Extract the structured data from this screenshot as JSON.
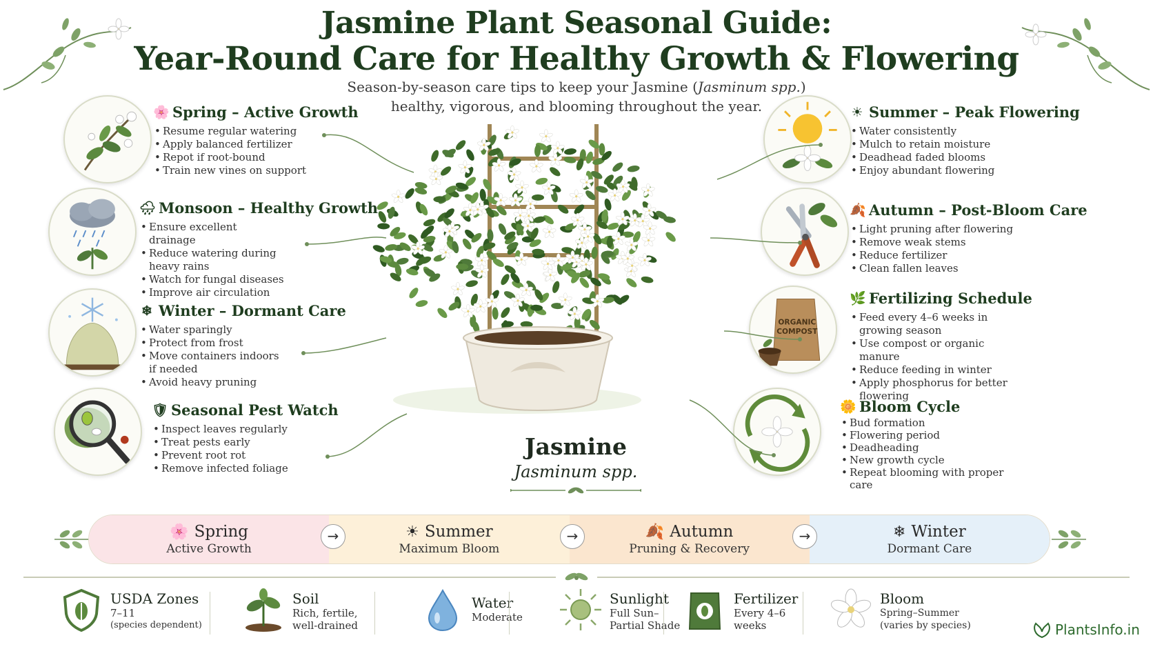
{
  "title": {
    "line1": "Jasmine Plant Seasonal Guide:",
    "line2": "Year-Round Care for Healthy Growth & Flowering"
  },
  "subtitle": {
    "line1_pre": "Season-by-season care tips to keep your Jasmine (",
    "line1_em": "Jasminum spp.",
    "line1_post": ")",
    "line2": "healthy, vigorous, and blooming throughout the year."
  },
  "left_sections": [
    {
      "icon": "cherry-blossom-icon",
      "glyph": "🌸",
      "title": "Spring – Active Growth",
      "items": [
        "Resume regular watering",
        "Apply balanced fertilizer",
        "Repot if root-bound",
        "Train new vines on support"
      ]
    },
    {
      "icon": "rain-cloud-icon",
      "glyph": "🌧",
      "title": "Monsoon – Healthy Growth",
      "items": [
        "Ensure excellent drainage",
        "Reduce watering during heavy rains",
        "Watch for fungal diseases",
        "Improve air circulation"
      ]
    },
    {
      "icon": "snowflake-icon",
      "glyph": "❄",
      "title": "Winter – Dormant Care",
      "items": [
        "Water sparingly",
        "Protect from frost",
        "Move containers indoors if needed",
        "Avoid heavy pruning"
      ]
    },
    {
      "icon": "shield-icon",
      "glyph": "🛡",
      "title": "Seasonal Pest Watch",
      "items": [
        "Inspect leaves regularly",
        "Treat pests early",
        "Prevent root rot",
        "Remove infected foliage"
      ]
    }
  ],
  "right_sections": [
    {
      "icon": "sun-icon",
      "glyph": "☀",
      "title": "Summer – Peak Flowering",
      "items": [
        "Water consistently",
        "Mulch to retain moisture",
        "Deadhead faded blooms",
        "Enjoy abundant flowering"
      ]
    },
    {
      "icon": "autumn-leaves-icon",
      "glyph": "🍂",
      "title": "Autumn – Post-Bloom Care",
      "items": [
        "Light pruning after flowering",
        "Remove weak stems",
        "Reduce fertilizer",
        "Clean fallen leaves"
      ]
    },
    {
      "icon": "sprout-icon",
      "glyph": "🌿",
      "title": "Fertilizing Schedule",
      "items": [
        "Feed every 4–6 weeks in growing season",
        "Use compost or organic manure",
        "Reduce feeding in winter",
        "Apply phosphorus for better flowering"
      ]
    },
    {
      "icon": "flower-icon",
      "glyph": "🌼",
      "title": "Bloom Cycle",
      "items": [
        "Bud formation",
        "Flowering period",
        "Deadheading",
        "New growth cycle",
        "Repeat blooming with proper care"
      ]
    }
  ],
  "compost_bag_label": [
    "ORGANIC",
    "COMPOST"
  ],
  "plant": {
    "name": "Jasmine",
    "scientific": "Jasminum spp."
  },
  "season_bar": [
    {
      "icon": "cherry-blossom-icon",
      "glyph": "🌸",
      "name": "Spring",
      "sub": "Active Growth",
      "color": "#fbe4e7"
    },
    {
      "icon": "sun-icon",
      "glyph": "☀",
      "name": "Summer",
      "sub": "Maximum Bloom",
      "color": "#fdf0d9"
    },
    {
      "icon": "autumn-leaves-icon",
      "glyph": "🍂",
      "name": "Autumn",
      "sub": "Pruning & Recovery",
      "color": "#fbe6cf"
    },
    {
      "icon": "snowflake-icon",
      "glyph": "❄",
      "name": "Winter",
      "sub": "Dormant Care",
      "color": "#e5f0f9"
    }
  ],
  "season_arrow_glyph": "→",
  "facts": [
    {
      "icon": "shield-leaf-icon",
      "title": "USDA Zones",
      "lines": [
        "7–11",
        "(species dependent)"
      ]
    },
    {
      "icon": "seedling-icon",
      "title": "Soil",
      "lines": [
        "Rich, fertile,",
        "well-drained"
      ]
    },
    {
      "icon": "water-drop-icon",
      "title": "Water",
      "lines": [
        "Moderate"
      ]
    },
    {
      "icon": "sun-icon",
      "title": "Sunlight",
      "lines": [
        "Full Sun–",
        "Partial Shade"
      ]
    },
    {
      "icon": "fertilizer-bag-icon",
      "title": "Fertilizer",
      "lines": [
        "Every 4–6",
        "weeks"
      ]
    },
    {
      "icon": "jasmine-flower-icon",
      "title": "Bloom",
      "lines": [
        "Spring–Summer",
        "(varies by species)"
      ]
    }
  ],
  "brand": "PlantsInfo.in",
  "colors": {
    "title": "#1f3d1f",
    "leaf": "#4f7a3a",
    "spring": "#fbe4e7",
    "summer": "#fdf0d9",
    "autumn": "#fbe6cf",
    "winter": "#e5f0f9"
  }
}
